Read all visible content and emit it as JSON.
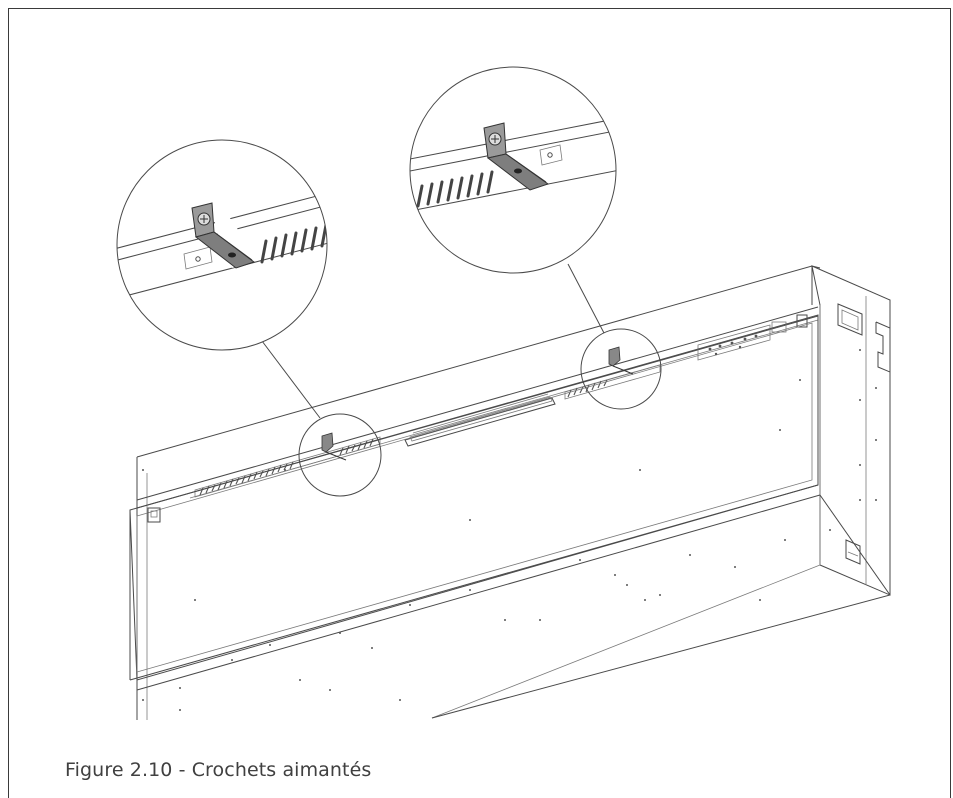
{
  "figure": {
    "caption": "Figure 2.10 - Crochets aimantés"
  },
  "colors": {
    "line": "#4a4a4a",
    "frame": "#3a3a3a",
    "caption_text": "#404040",
    "bracket_fill": "#8a8a8a"
  },
  "illustration": {
    "subject": "fireplace unit with magnetic hooks",
    "callouts": [
      "magnetic-hook-detail-left",
      "magnetic-hook-detail-right"
    ]
  }
}
